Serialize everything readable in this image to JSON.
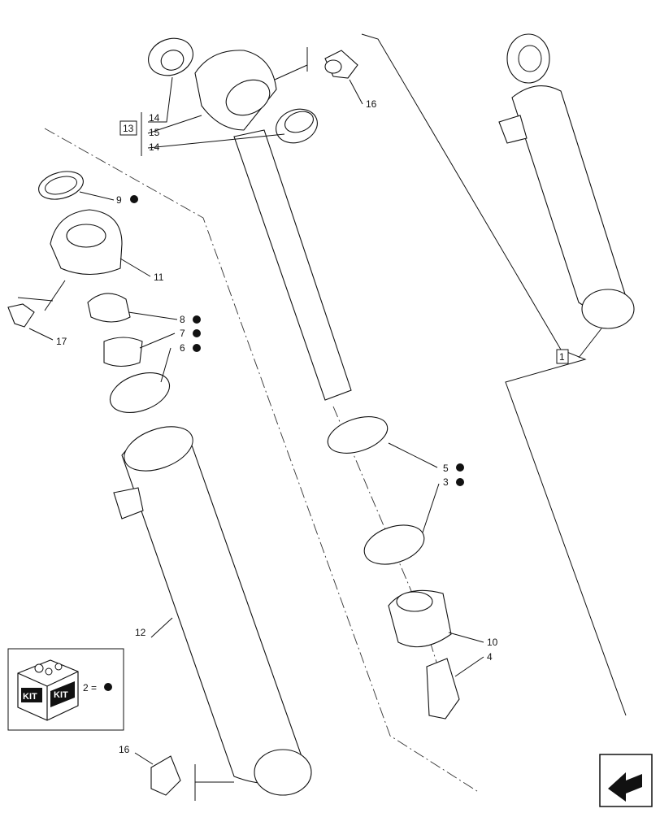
{
  "callouts": {
    "c14a": "14",
    "c15": "15",
    "c14b": "14",
    "c13": "13",
    "c16_top": "16",
    "c9": "9",
    "c11": "11",
    "c8": "8",
    "c7": "7",
    "c6": "6",
    "c17": "17",
    "c5": "5",
    "c3": "3",
    "c10": "10",
    "c4": "4",
    "c12": "12",
    "c16_bottom": "16",
    "c1": "1"
  },
  "legend": {
    "kit_text_left": "KIT",
    "kit_text_right": "KIT",
    "kit_ref": "2 ="
  },
  "icons": [
    "kit-box-icon",
    "filled-dot-icon",
    "nav-arrow-icon"
  ],
  "colors": {
    "line": "#111111",
    "dot": "#111111",
    "background": "#ffffff"
  }
}
